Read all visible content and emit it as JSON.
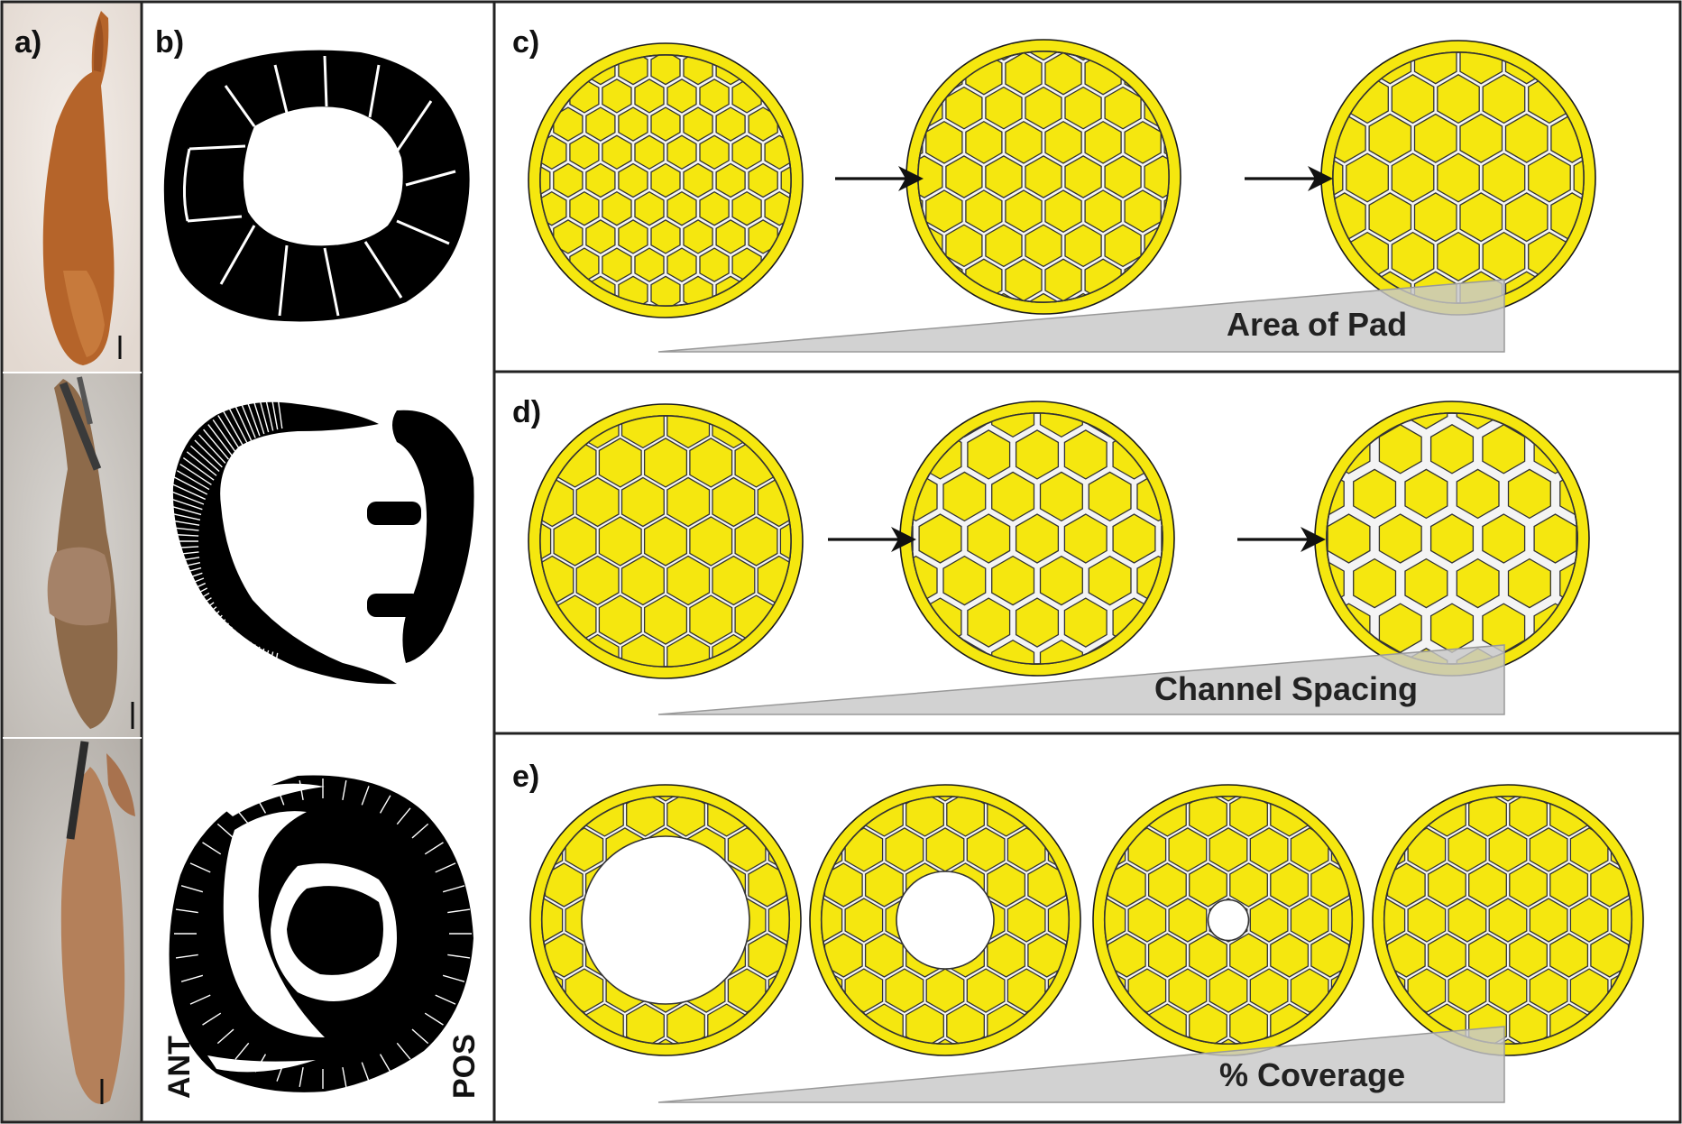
{
  "panels": {
    "a": {
      "label": "a)"
    },
    "b": {
      "label": "b)",
      "ant_label": "ANT",
      "pos_label": "POS"
    },
    "c": {
      "label": "c)",
      "wedge_label": "Area of Pad"
    },
    "d": {
      "label": "d)",
      "wedge_label": "Channel Spacing"
    },
    "e": {
      "label": "e)",
      "wedge_label": "% Coverage"
    }
  },
  "colors": {
    "pad_yellow": "#f5e70f",
    "outline": "#1a1a1a",
    "wedge_fill": "#c8c8c8",
    "border": "#222222",
    "arrow": "#111111"
  },
  "icons": {
    "arrow": "right-arrow-icon",
    "fish": "fish-photo",
    "disc_tracing": "adhesive-disc-tracing"
  },
  "photo_colors": {
    "fish_1": "#b8662b",
    "fish_2": "#8f6a48",
    "fish_3": "#b58158"
  },
  "variables": {
    "c_scale_steps": [
      1.0,
      1.25,
      1.45
    ],
    "d_gap_steps": [
      1.0,
      2.0,
      3.0
    ],
    "e_hole_fraction": [
      0.62,
      0.36,
      0.15,
      0.0
    ]
  }
}
